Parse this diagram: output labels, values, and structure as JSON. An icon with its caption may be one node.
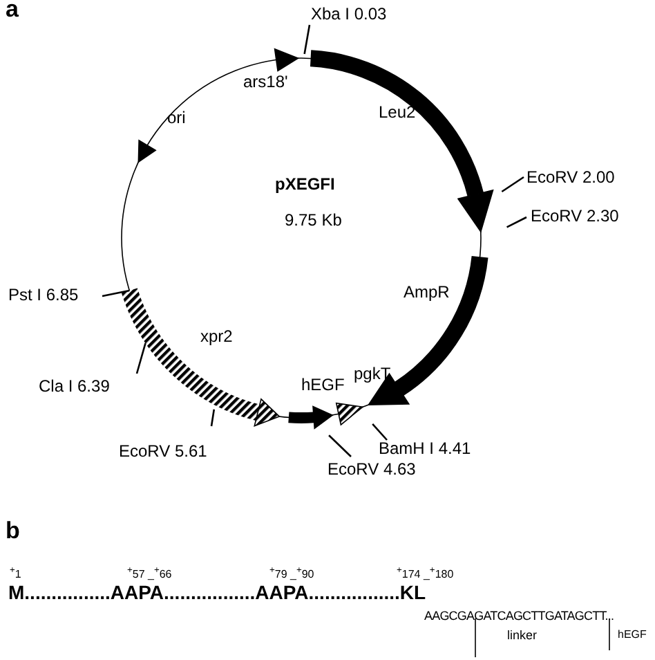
{
  "diagram": {
    "nodes": [
      {
        "text": [
          "Xba I 0.03"
        ]
      },
      {
        "text": [
          "EcoRV 2.00"
        ]
      },
      {
        "text": [
          "EcoRV 2.30"
        ]
      },
      {
        "text": [
          "BamH I 4.41"
        ]
      },
      {
        "text": [
          "EcoRV 4.63"
        ]
      },
      {
        "text": [
          "EcoRV 5.61"
        ]
      },
      {
        "text": [
          "Cla I 6.39"
        ]
      },
      {
        "text": [
          "Pst I 6.85"
        ]
      }
    ],
    "edges": [
      {
        "from": 0,
        "to": null,
        "arrow": "none"
      },
      {
        "from": 1,
        "to": null,
        "arrow": "none"
      },
      {
        "from": 2,
        "to": null,
        "arrow": "none"
      },
      {
        "from": 3,
        "to": null,
        "arrow": "none"
      },
      {
        "from": 4,
        "to": null,
        "arrow": "none"
      },
      {
        "from": 5,
        "to": null,
        "arrow": "none"
      },
      {
        "from": 6,
        "to": null,
        "arrow": "none"
      },
      {
        "from": 7,
        "to": null,
        "arrow": "none"
      }
    ],
    "labels": [
      "a",
      "ars18'",
      "ori",
      "Leu2",
      "pXEGFI",
      "9.75 Kb",
      "AmpR",
      "xpr2",
      "hEGF",
      "pgkT",
      "b",
      "$^{+}$1",
      "$^{+}$57 _$^{+}$66",
      "$^{+}$79 _$^{+}$90",
      "$^{+}$174 _$^{+}$180",
      "M................AAPA.................AAPA.................KL",
      "AAGCGAGATCAGCTTGATAGCTT...",
      "linker",
      "hEGF"
    ]
  }
}
